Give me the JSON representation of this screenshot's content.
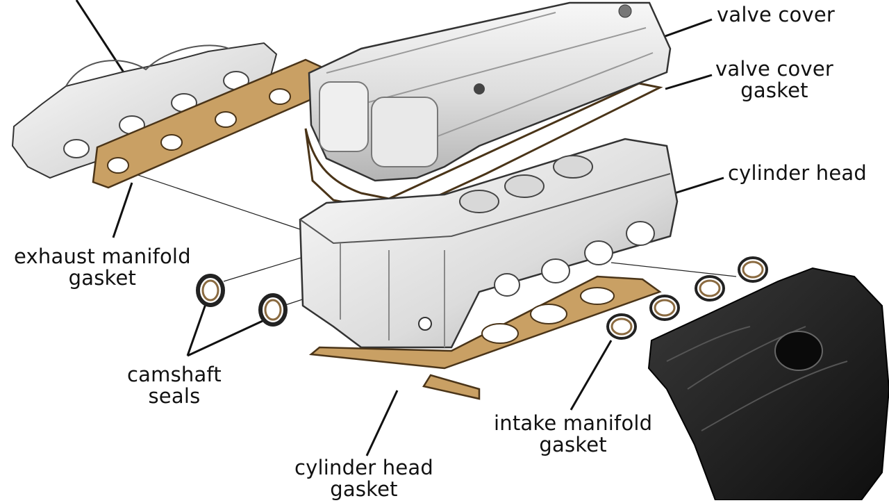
{
  "labels": {
    "valve_cover": [
      "valve cover"
    ],
    "valve_cover_gasket": [
      "valve cover",
      "gasket"
    ],
    "cylinder_head": [
      "cylinder head"
    ],
    "exhaust_manifold_gasket": [
      "exhaust manifold",
      "gasket"
    ],
    "camshaft_seals": [
      "camshaft",
      "seals"
    ],
    "intake_manifold_gasket": [
      "intake manifold",
      "gasket"
    ],
    "cylinder_head_gasket": [
      "cylinder head",
      "gasket"
    ]
  },
  "colors": {
    "gasket": "#c9a064",
    "gasket_edge": "#4a3418",
    "metal_light": "#f2f2f2",
    "metal_mid": "#c8c8c8",
    "metal_dark": "#8c8c8c",
    "intake": "#1c1c1c",
    "seal": "#8a6a40",
    "leader": "#111111"
  }
}
